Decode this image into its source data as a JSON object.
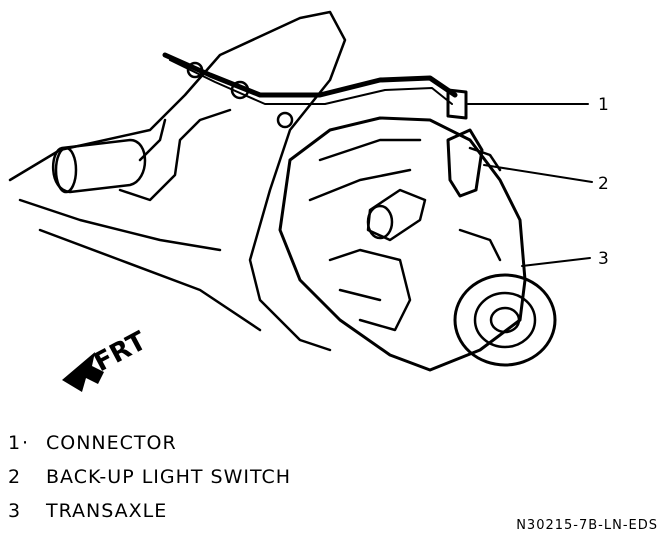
{
  "diagram": {
    "direction_label": "FRT",
    "callouts": [
      {
        "number": "1"
      },
      {
        "number": "2"
      },
      {
        "number": "3"
      }
    ]
  },
  "legend": {
    "items": [
      {
        "number": "1",
        "separator": "·",
        "label": "CONNECTOR"
      },
      {
        "number": "2",
        "separator": "",
        "label": "BACK-UP LIGHT SWITCH"
      },
      {
        "number": "3",
        "separator": "",
        "label": "TRANSAXLE"
      }
    ]
  },
  "figure_code": "N30215-7B-LN-EDS"
}
